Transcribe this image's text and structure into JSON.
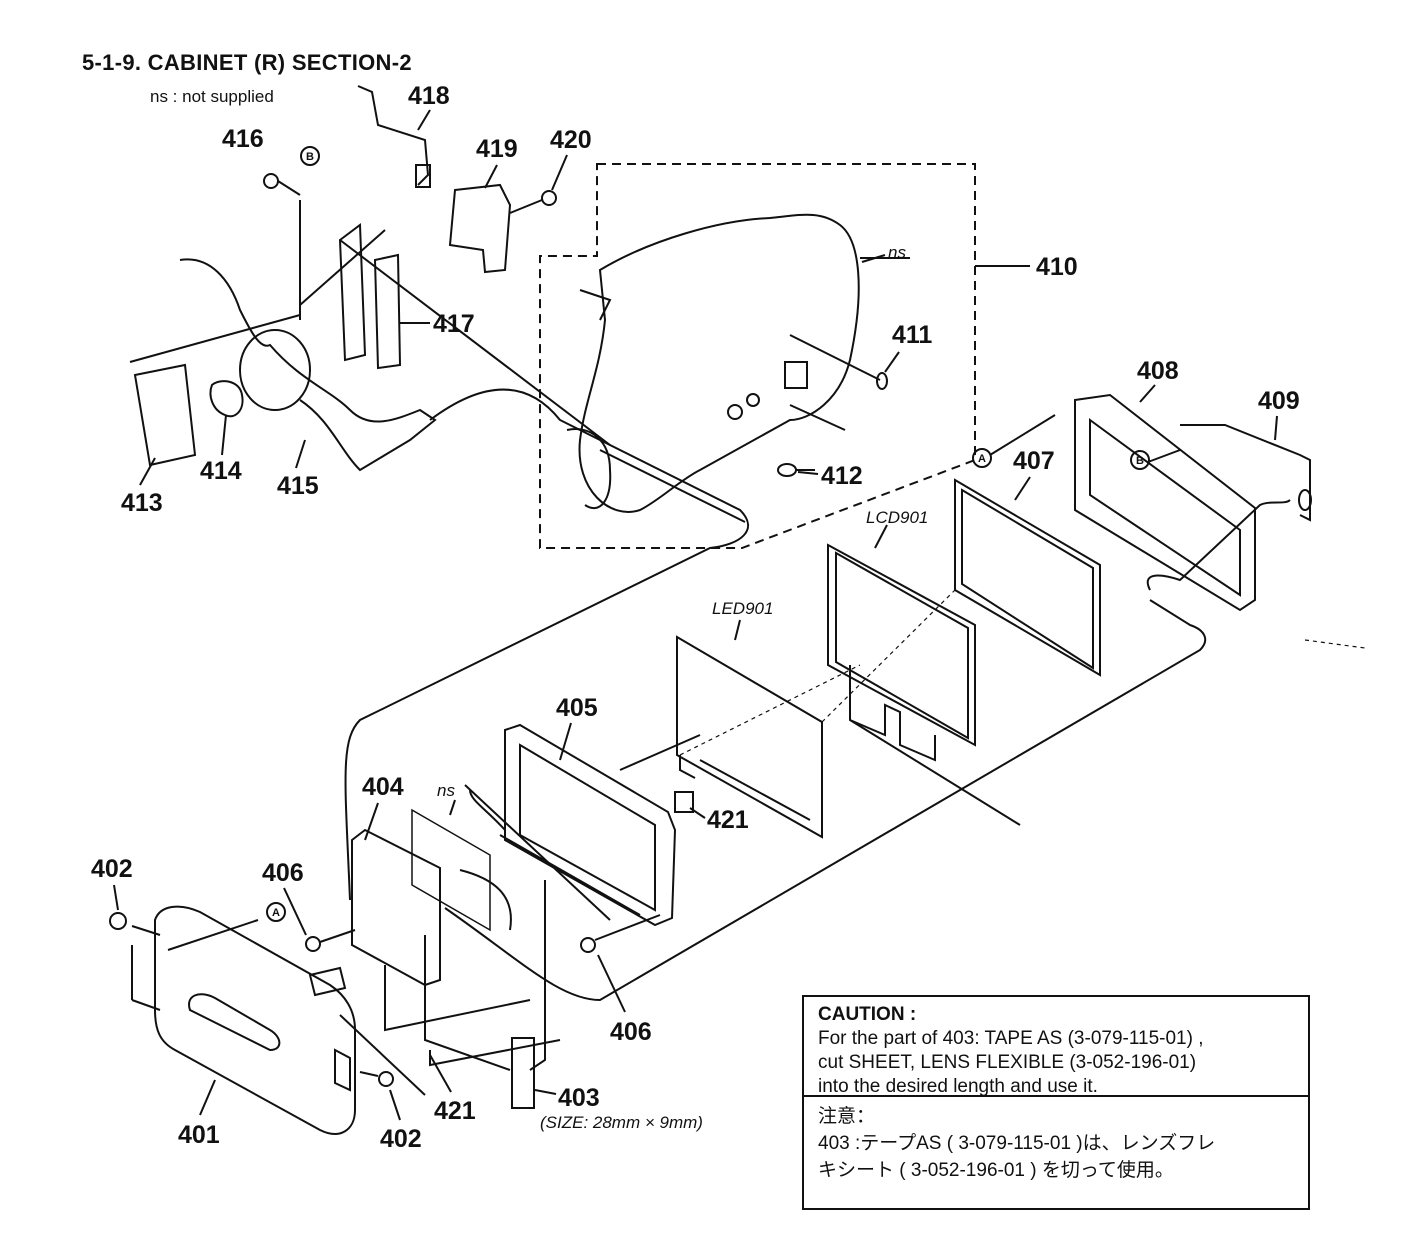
{
  "title": "5-1-9. CABINET (R) SECTION-2",
  "subtitle": "ns : not supplied",
  "part_labels": {
    "p401": "401",
    "p402a": "402",
    "p402b": "402",
    "p403": "403",
    "p404": "404",
    "p405": "405",
    "p406a": "406",
    "p406b": "406",
    "p407": "407",
    "p408": "408",
    "p409": "409",
    "p410": "410",
    "p411": "411",
    "p412": "412",
    "p413": "413",
    "p414": "414",
    "p415": "415",
    "p416": "416",
    "p417": "417",
    "p418": "418",
    "p419": "419",
    "p420": "420",
    "p421a": "421",
    "p421b": "421"
  },
  "annotations": {
    "ns1": "ns",
    "ns2": "ns",
    "lcd": "LCD901",
    "led": "LED901",
    "size": "(SIZE: 28mm × 9mm)"
  },
  "markers": {
    "a": "A",
    "b": "B"
  },
  "caution": {
    "heading": "CAUTION :",
    "lines": [
      "For the part of 403: TAPE AS (3-079-115-01) ,",
      "cut SHEET, LENS FLEXIBLE (3-052-196-01)",
      "into the desired length and use it."
    ],
    "heading_jp": "注意：",
    "lines_jp": [
      "403 :テープAS ( 3-079-115-01 )は、レンズフレ",
      "キシート ( 3-052-196-01 ) を切って使用。"
    ]
  }
}
